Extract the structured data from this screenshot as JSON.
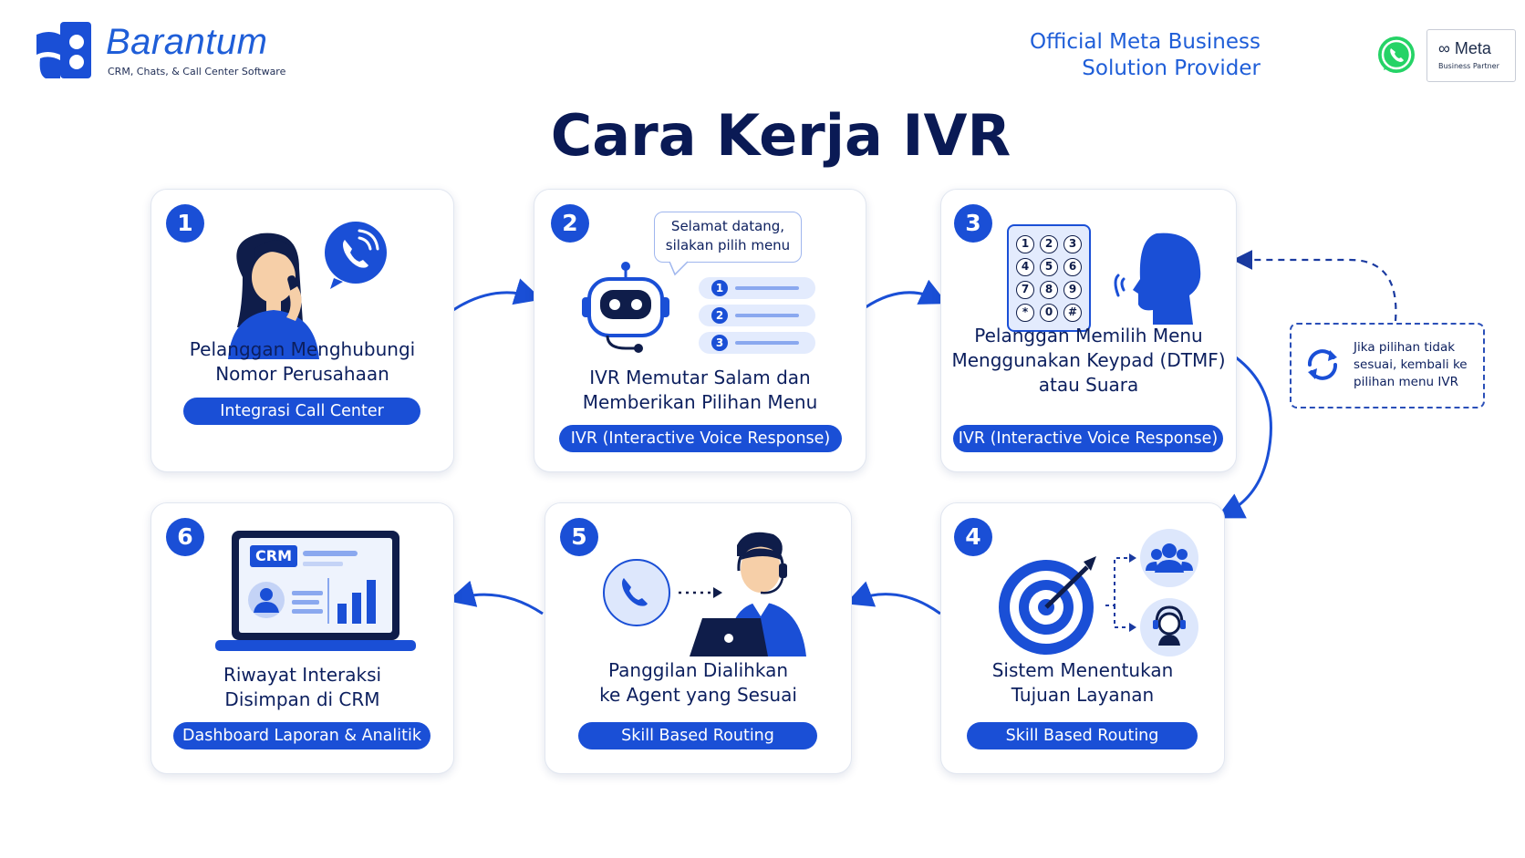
{
  "brand": {
    "name": "Barantum",
    "tagline": "CRM, Chats, & Call Center Software"
  },
  "partner": {
    "line1": "Official Meta Business",
    "line2": "Solution Provider",
    "meta_logo": "Meta",
    "meta_badge": "Business Partner"
  },
  "title": "Cara Kerja IVR",
  "colors": {
    "accent": "#1a4fd6",
    "title": "#0a1a55",
    "whatsapp": "#25d366"
  },
  "steps": [
    {
      "num": "1",
      "title1": "Pelanggan Menghubungi",
      "title2": "Nomor Perusahaan",
      "pill": "Integrasi Call Center"
    },
    {
      "num": "2",
      "title1": "IVR Memutar Salam dan",
      "title2": "Memberikan Pilihan Menu",
      "pill": "IVR (Interactive Voice Response)",
      "bubble1": "Selamat datang,",
      "bubble2": "silakan pilih menu",
      "menu": [
        "1",
        "2",
        "3"
      ]
    },
    {
      "num": "3",
      "title1": "Pelanggan Memilih Menu",
      "title2": "Menggunakan Keypad (DTMF)",
      "title3": "atau Suara",
      "pill": "IVR (Interactive Voice Response)",
      "keys": [
        "1",
        "2",
        "3",
        "4",
        "5",
        "6",
        "7",
        "8",
        "9",
        "*",
        "0",
        "#"
      ]
    },
    {
      "num": "4",
      "title1": "Sistem Menentukan",
      "title2": "Tujuan Layanan",
      "pill": "Skill Based Routing"
    },
    {
      "num": "5",
      "title1": "Panggilan Dialihkan",
      "title2": "ke Agent yang Sesuai",
      "pill": "Skill Based Routing"
    },
    {
      "num": "6",
      "title1": "Riwayat Interaksi",
      "title2": "Disimpan di CRM",
      "pill": "Dashboard Laporan & Analitik",
      "screen_label": "CRM"
    }
  ],
  "note": {
    "line1": "Jika pilihan tidak",
    "line2": "sesuai, kembali ke",
    "line3": "pilihan menu IVR"
  },
  "icons": [
    "barantum-logo-icon",
    "whatsapp-icon",
    "meta-logo-icon",
    "phone-icon",
    "woman-icon",
    "robot-icon",
    "keypad-icon",
    "voice-head-icon",
    "target-icon",
    "group-icon",
    "headset-icon",
    "agent-icon",
    "laptop-icon",
    "refresh-icon"
  ]
}
